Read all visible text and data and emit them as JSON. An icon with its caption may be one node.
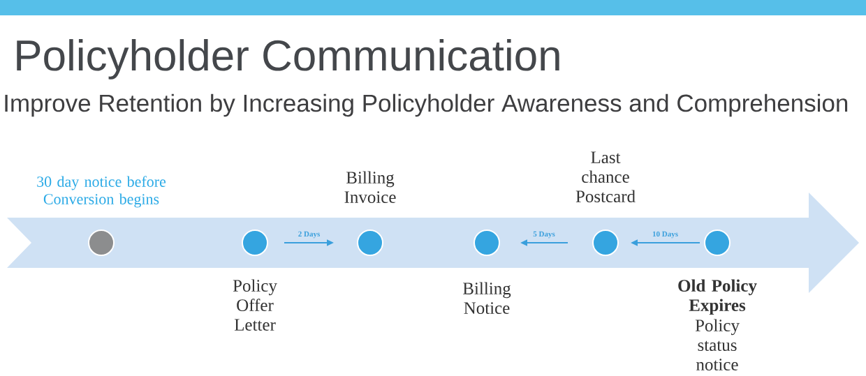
{
  "diagram": {
    "title": "Policyholder Communication",
    "nodes": [
      {
        "text": [],
        "shape": "circle",
        "beside": [
          "30 day notice before Conversion begins"
        ]
      },
      {
        "text": [],
        "shape": "circle",
        "beside": [
          "Policy Offer Letter"
        ]
      },
      {
        "text": [],
        "shape": "circle",
        "beside": [
          "Billing Invoice"
        ]
      },
      {
        "text": [],
        "shape": "circle",
        "beside": [
          "Billing Notice"
        ]
      },
      {
        "text": [],
        "shape": "circle",
        "beside": [
          "Last chance Postcard"
        ]
      },
      {
        "text": [],
        "shape": "circle",
        "beside": [
          "Old Policy Expires",
          "Policy status notice"
        ]
      }
    ],
    "edges": [
      {
        "from": 1,
        "to": 2,
        "arrow": "to",
        "label": "2 Days"
      },
      {
        "from": 4,
        "to": 3,
        "arrow": "to",
        "label": "5 Days"
      },
      {
        "from": 5,
        "to": 4,
        "arrow": "to",
        "label": "10 Days"
      }
    ],
    "labels": [
      "Improve Retention by Increasing Policyholder Awareness and Comprehension"
    ]
  }
}
